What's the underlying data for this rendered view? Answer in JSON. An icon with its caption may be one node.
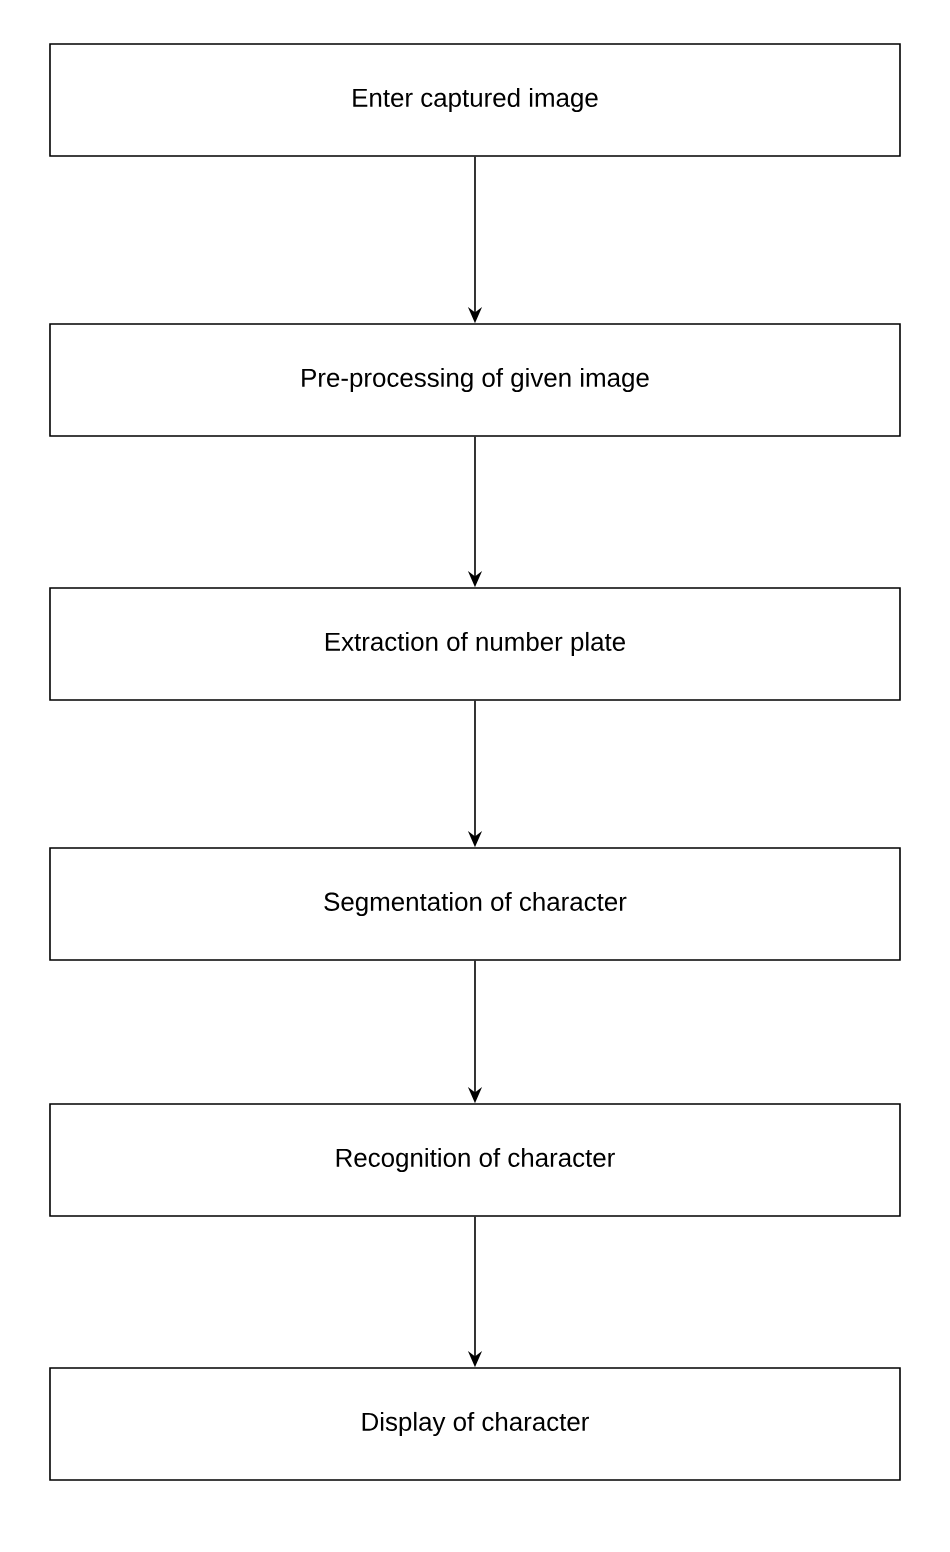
{
  "diagram": {
    "nodes": [
      {
        "text": [
          "Enter captured image"
        ]
      },
      {
        "text": [
          "Pre-processing of given image"
        ]
      },
      {
        "text": [
          "Extraction of number plate"
        ]
      },
      {
        "text": [
          "Segmentation of character"
        ]
      },
      {
        "text": [
          "Recognition of character"
        ]
      },
      {
        "text": [
          "Display of character"
        ]
      }
    ],
    "edges": [
      {
        "from": 0,
        "to": 1,
        "arrow": "to"
      },
      {
        "from": 1,
        "to": 2,
        "arrow": "to"
      },
      {
        "from": 2,
        "to": 3,
        "arrow": "to"
      },
      {
        "from": 3,
        "to": 4,
        "arrow": "to"
      },
      {
        "from": 4,
        "to": 5,
        "arrow": "to"
      }
    ]
  }
}
